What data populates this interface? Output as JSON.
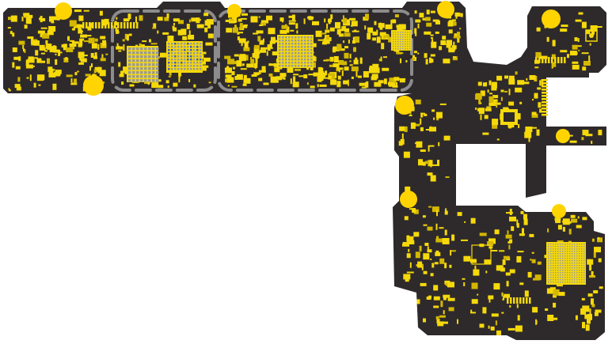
{
  "colors": {
    "background": "#ffffff",
    "board": "#2e2a2b",
    "component": "#f5d90a",
    "component_dark": "#d4b800",
    "mounting_hole": "#ffd400",
    "shield_outline": "#8c8c8c",
    "chip_grid": "#9a9a9a",
    "chip_accent": "#3d5fb0"
  },
  "legend_hidden": true,
  "icons": {
    "mounting_hole": "filled-circle",
    "bga_chip": "ball-grid-array",
    "shield_can": "dashed-rounded-rect"
  }
}
